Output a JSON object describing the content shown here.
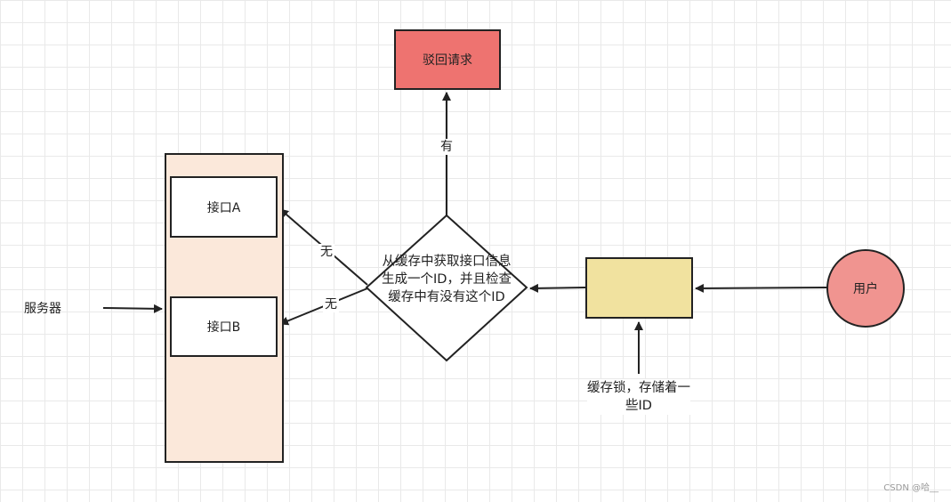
{
  "nodes": {
    "reject": "驳回请求",
    "interface_a": "接口A",
    "interface_b": "接口B",
    "decision": "从缓存中获取接口信息生成一个ID，并且检查缓存中有没有这个ID",
    "user": "用户",
    "server": "服务器",
    "cache_lock_note": "缓存锁，存储着一些ID"
  },
  "edges": {
    "yes": "有",
    "no_a": "无",
    "no_b": "无"
  },
  "watermark": "CSDN @哈__",
  "colors": {
    "reject_fill": "#ee7370",
    "server_fill": "#fbe8da",
    "cache_fill": "#f1e29f",
    "user_fill": "#f09490"
  }
}
